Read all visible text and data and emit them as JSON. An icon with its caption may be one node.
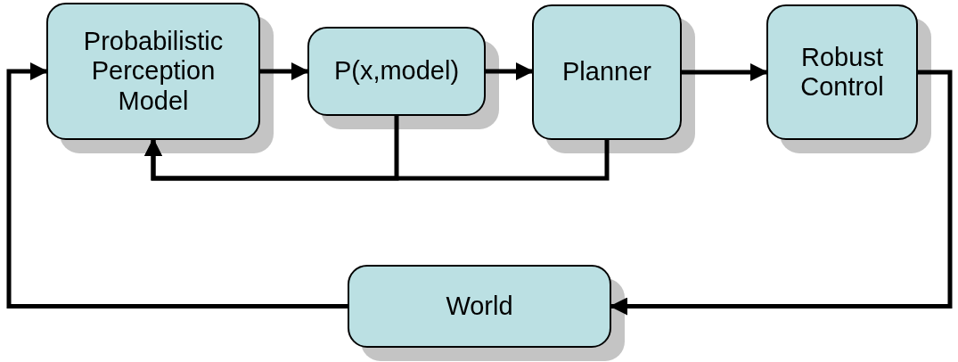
{
  "diagram": {
    "nodes": [
      {
        "text": [
          "Probabilistic Perception Model"
        ]
      },
      {
        "text": [
          "P(x,model)"
        ]
      },
      {
        "text": [
          "Planner"
        ]
      },
      {
        "text": [
          "Robust Control"
        ]
      },
      {
        "text": [
          "World"
        ]
      }
    ],
    "edges": [
      {
        "from": 0,
        "to": 1,
        "arrow": "to"
      },
      {
        "from": 1,
        "to": 2,
        "arrow": "to"
      },
      {
        "from": 2,
        "to": 3,
        "arrow": "to"
      },
      {
        "from": 3,
        "to": 4,
        "arrow": "to"
      },
      {
        "from": 4,
        "to": 0,
        "arrow": "to"
      },
      {
        "from": 1,
        "to": 0,
        "arrow": "to"
      },
      {
        "from": 2,
        "to": 0,
        "arrow": "to"
      }
    ]
  }
}
